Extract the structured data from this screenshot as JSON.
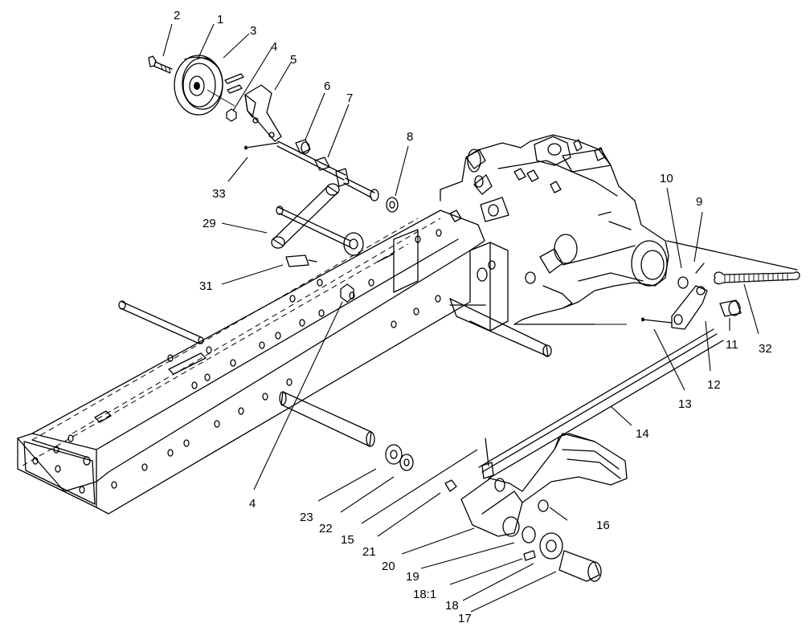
{
  "callouts": [
    {
      "id": "c2",
      "text": "2"
    },
    {
      "id": "c1",
      "text": "1"
    },
    {
      "id": "c3",
      "text": "3"
    },
    {
      "id": "c4a",
      "text": "4"
    },
    {
      "id": "c5",
      "text": "5"
    },
    {
      "id": "c6",
      "text": "6"
    },
    {
      "id": "c7",
      "text": "7"
    },
    {
      "id": "c8",
      "text": "8"
    },
    {
      "id": "c33",
      "text": "33"
    },
    {
      "id": "c29",
      "text": "29"
    },
    {
      "id": "c31",
      "text": "31"
    },
    {
      "id": "c10",
      "text": "10"
    },
    {
      "id": "c9",
      "text": "9"
    },
    {
      "id": "c32",
      "text": "32"
    },
    {
      "id": "c11",
      "text": "11"
    },
    {
      "id": "c12",
      "text": "12"
    },
    {
      "id": "c13",
      "text": "13"
    },
    {
      "id": "c14",
      "text": "14"
    },
    {
      "id": "c4b",
      "text": "4"
    },
    {
      "id": "c16",
      "text": "16"
    },
    {
      "id": "c23",
      "text": "23"
    },
    {
      "id": "c22",
      "text": "22"
    },
    {
      "id": "c15",
      "text": "15"
    },
    {
      "id": "c21",
      "text": "21"
    },
    {
      "id": "c20",
      "text": "20"
    },
    {
      "id": "c19",
      "text": "19"
    },
    {
      "id": "c181",
      "text": "18:1"
    },
    {
      "id": "c18",
      "text": "18"
    },
    {
      "id": "c17",
      "text": "17"
    }
  ]
}
